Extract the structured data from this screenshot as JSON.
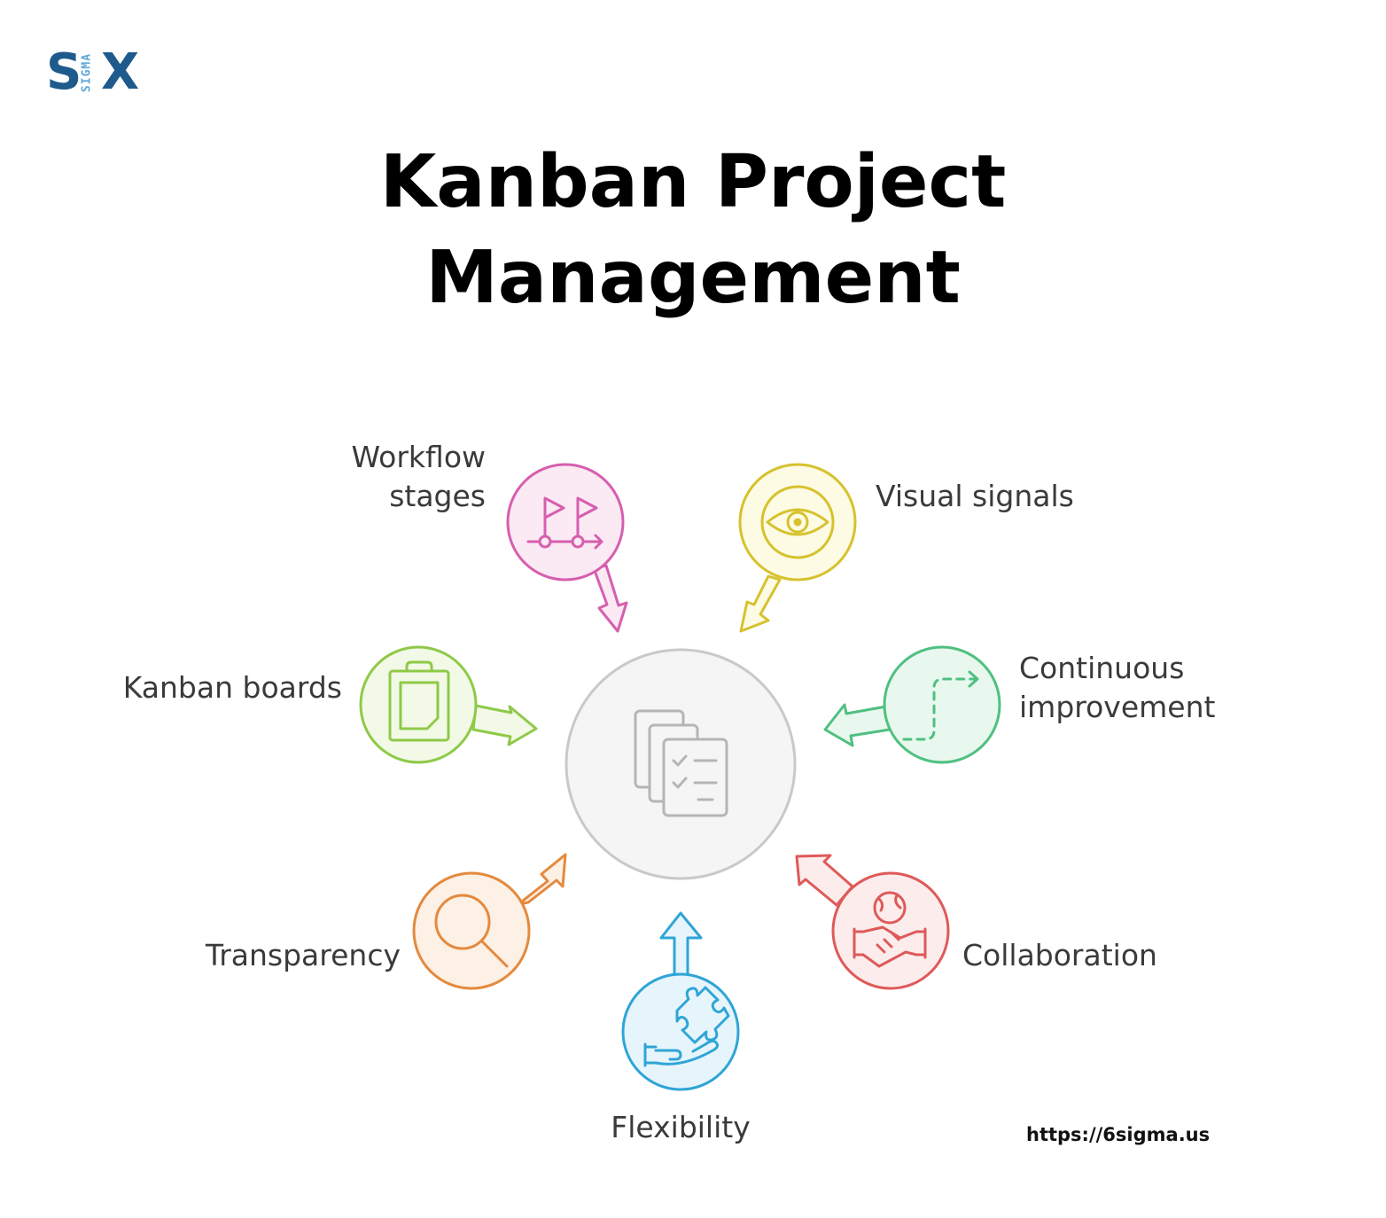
{
  "logo": {
    "left": "S",
    "middle": "SIGMA",
    "right": "X"
  },
  "title": {
    "line1": "Kanban Project",
    "line2": "Management"
  },
  "hub": {
    "icon": "documents-checklist-icon"
  },
  "nodes": [
    {
      "id": "workflow",
      "label_line1": "Workflow",
      "label_line2": "stages",
      "icon": "flags-arrow-icon",
      "color": "#d65fae",
      "fill": "#fbe9f4"
    },
    {
      "id": "visual",
      "label_line1": "Visual signals",
      "icon": "eye-icon",
      "color": "#d6c22e",
      "fill": "#fdfbe3"
    },
    {
      "id": "continuous",
      "label_line1": "Continuous",
      "label_line2": "improvement",
      "icon": "dashed-path-arrow-icon",
      "color": "#4fc081",
      "fill": "#e8f8ee"
    },
    {
      "id": "collaboration",
      "label_line1": "Collaboration",
      "icon": "handshake-icon",
      "color": "#de5a5a",
      "fill": "#fcecec"
    },
    {
      "id": "flexibility",
      "label_line1": "Flexibility",
      "icon": "puzzle-hand-icon",
      "color": "#2fa5d6",
      "fill": "#e6f5fc"
    },
    {
      "id": "transparency",
      "label_line1": "Transparency",
      "icon": "magnifier-icon",
      "color": "#e38a3f",
      "fill": "#fdf0e4"
    },
    {
      "id": "kanban",
      "label_line1": "Kanban boards",
      "icon": "clipboard-icon",
      "color": "#8fc948",
      "fill": "#f2f9e6"
    }
  ],
  "footer": {
    "url": "https://6sigma.us"
  }
}
